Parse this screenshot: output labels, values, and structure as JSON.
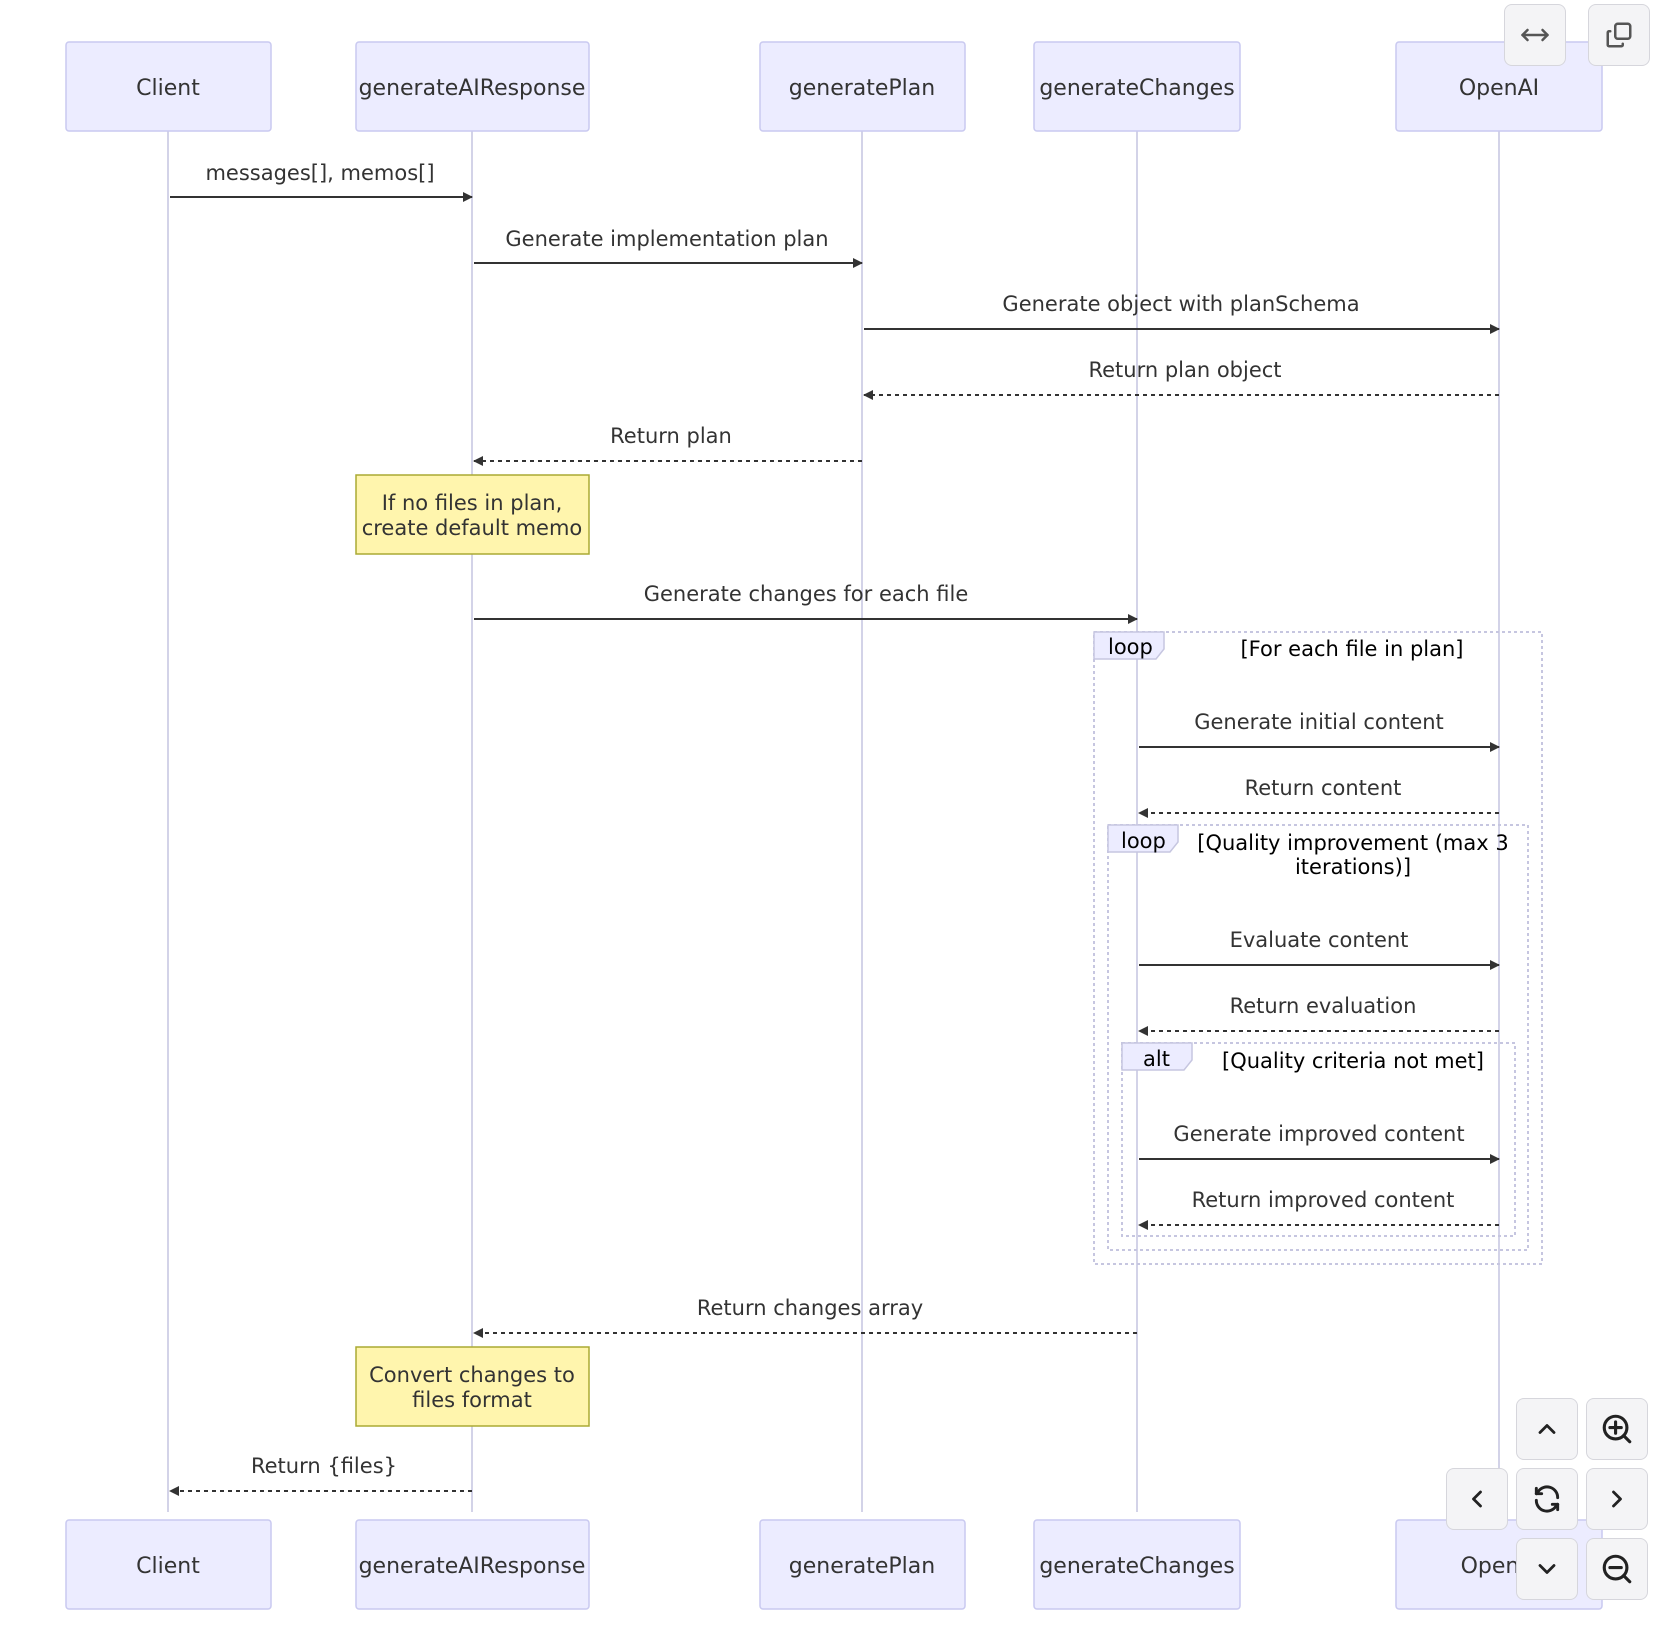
{
  "participants": {
    "client": "Client",
    "generateAIResponse": "generateAIResponse",
    "generatePlan": "generatePlan",
    "generateChanges": "generateChanges",
    "openai": "OpenAI",
    "openai_bottom_visible": "Open"
  },
  "messages": {
    "m1": "messages[], memos[]",
    "m2": "Generate implementation plan",
    "m3": "Generate object with planSchema",
    "m4": "Return plan object",
    "m5": "Return plan",
    "m6": "Generate changes for each file",
    "m7": "Generate initial content",
    "m8": "Return content",
    "m9": "Evaluate content",
    "m10": "Return evaluation",
    "m11": "Generate improved content",
    "m12": "Return improved content",
    "m13": "Return changes array",
    "m14": "Return {files}"
  },
  "notes": {
    "n1_line1": "If no files in plan,",
    "n1_line2": "create default memo",
    "n2_line1": "Convert changes to",
    "n2_line2": "files format"
  },
  "fragments": {
    "loop1_label": "loop",
    "loop1_cond": "[For each file in plan]",
    "loop2_label": "loop",
    "loop2_cond_line1": "[Quality improvement (max 3",
    "loop2_cond_line2": "iterations)]",
    "alt_label": "alt",
    "alt_cond": "[Quality criteria not met]"
  },
  "toolbar": {
    "fit_width_icon": "arrows-horizontal-icon",
    "copy_icon": "copy-icon",
    "pan_up_icon": "chevron-up-icon",
    "zoom_in_icon": "zoom-in-icon",
    "pan_left_icon": "chevron-left-icon",
    "reset_icon": "refresh-icon",
    "pan_right_icon": "chevron-right-icon",
    "pan_down_icon": "chevron-down-icon",
    "zoom_out_icon": "zoom-out-icon"
  },
  "colors": {
    "actor_fill": "#ececff",
    "actor_stroke": "#c9c9f0",
    "lifeline": "#d3d3e8",
    "note_fill": "#fff5ad",
    "note_stroke": "#aaaa33",
    "text": "#333333",
    "fragment_stroke": "#c6c6e0"
  }
}
